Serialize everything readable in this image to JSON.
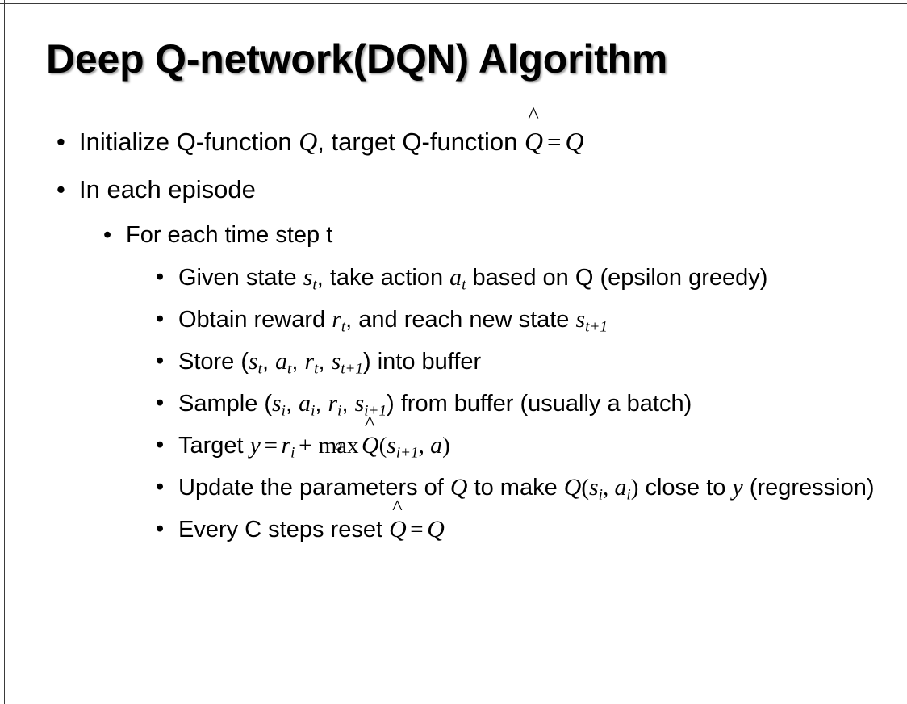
{
  "slide": {
    "title": "Deep Q-network(DQN) Algorithm",
    "background_color": "#ffffff",
    "text_color": "#000000",
    "edge_line_color": "#3a3a3a",
    "bullet_glyph": "•"
  },
  "bullets": {
    "b1": {
      "level": 1,
      "pre": "Initialize Q-function ",
      "var_q1": "Q",
      "mid": ", target Q-function ",
      "hat_q": "Q",
      "hat": "̂",
      "equals": "=",
      "var_q2": "Q",
      "plain_text": "Initialize Q-function Q, target Q-function Q̂ = Q"
    },
    "b2": {
      "level": 1,
      "text": "In each episode"
    },
    "b3": {
      "level": 2,
      "text": "For each time step t"
    },
    "b4": {
      "level": 3,
      "pre": "Given state ",
      "var_s": "s",
      "sub_s": "t",
      "mid": ", take action ",
      "var_a": "a",
      "sub_a": "t",
      "post": " based on Q (epsilon greedy)",
      "plain_text": "Given state sₜ, take action aₜ based on Q (epsilon greedy)"
    },
    "b5": {
      "level": 3,
      "pre": "Obtain reward ",
      "var_r": "r",
      "sub_r": "t",
      "mid": ", and reach new state ",
      "var_s": "s",
      "sub_s": "t+1",
      "plain_text": "Obtain reward rₜ, and reach new state sₜ₊₁"
    },
    "b6": {
      "level": 3,
      "pre": "Store (",
      "var_s1": "s",
      "sub_s1": "t",
      "sep1": ", ",
      "var_a": "a",
      "sub_a": "t",
      "sep2": ", ",
      "var_r": "r",
      "sub_r": "t",
      "sep3": ", ",
      "var_s2": "s",
      "sub_s2": "t+1",
      "post": ") into buffer",
      "plain_text": "Store (sₜ, aₜ, rₜ, sₜ₊₁) into buffer"
    },
    "b7": {
      "level": 3,
      "pre": "Sample (",
      "var_s1": "s",
      "sub_s1": "i",
      "sep1": ", ",
      "var_a": "a",
      "sub_a": "i",
      "sep2": ", ",
      "var_r": "r",
      "sub_r": "i",
      "sep3": ", ",
      "var_s2": "s",
      "sub_s2": "i+1",
      "post": ") from buffer (usually a batch)",
      "plain_text": "Sample (sᵢ, aᵢ, rᵢ, sᵢ₊₁) from buffer (usually a batch)"
    },
    "b8": {
      "level": 3,
      "pre": "Target ",
      "var_y": "y",
      "equals": "=",
      "var_r": "r",
      "sub_r": "i",
      "plus": "+",
      "max_op": "max",
      "max_under": "a",
      "hat_q": "Q",
      "hat": "̂",
      "open": "(",
      "var_s": "s",
      "sub_s": "i+1",
      "comma": ", ",
      "var_a": "a",
      "close": ")",
      "plain_text": "Target y = rᵢ + maxₐ Q̂(sᵢ₊₁, a)"
    },
    "b9": {
      "level": 3,
      "pre": "Update the parameters of ",
      "var_q1": "Q",
      "mid": " to make ",
      "var_q2": "Q",
      "open": "(",
      "var_s": "s",
      "sub_s": "i",
      "comma": ", ",
      "var_a": "a",
      "sub_a": "i",
      "close": ")",
      "post": " close to ",
      "var_y": "y",
      "tail": " (regression)",
      "plain_text": "Update the parameters of Q to make Q(sᵢ, aᵢ) close to y (regression)"
    },
    "b10": {
      "level": 3,
      "pre": "Every C steps reset ",
      "hat_q": "Q",
      "hat": "̂",
      "equals": "=",
      "var_q": "Q",
      "plain_text": "Every C steps reset Q̂ = Q"
    }
  }
}
